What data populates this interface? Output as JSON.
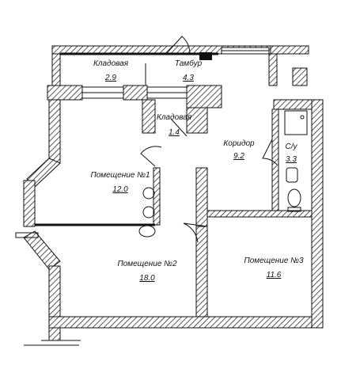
{
  "rooms": [
    {
      "key": "storage_top",
      "name": "Кладовая",
      "area": "2.9"
    },
    {
      "key": "vestibule",
      "name": "Тамбур",
      "area": "4.3"
    },
    {
      "key": "storage_small",
      "name": "Кладовая",
      "area": "1.4"
    },
    {
      "key": "corridor",
      "name": "Коридор",
      "area": "9.2"
    },
    {
      "key": "bathroom",
      "name": "С/у",
      "area": "3.3"
    },
    {
      "key": "room1",
      "name": "Помещение №1",
      "area": "12.0"
    },
    {
      "key": "room2",
      "name": "Помещение №2",
      "area": "18.0"
    },
    {
      "key": "room3",
      "name": "Помещение №3",
      "area": "11.6"
    }
  ],
  "colors": {
    "line": "#111111",
    "background": "#ffffff",
    "hatch": "#111111"
  }
}
